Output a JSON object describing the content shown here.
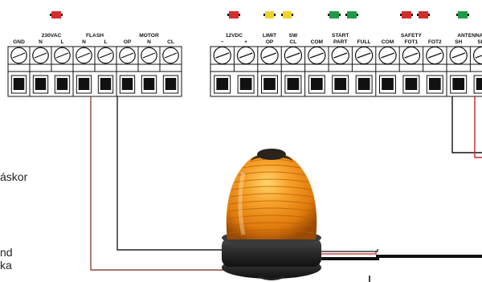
{
  "terminal_left": {
    "groups": [
      {
        "key": "gnd",
        "title": "GND",
        "pins": []
      },
      {
        "key": "vac",
        "title": "230VAC",
        "pins": [
          "N",
          "L"
        ]
      },
      {
        "key": "flash",
        "title": "FLASH",
        "pins": [
          "N",
          "L"
        ]
      },
      {
        "key": "motor",
        "title": "MOTOR",
        "pins": [
          "OP",
          "N",
          "CL"
        ]
      }
    ]
  },
  "terminal_right": {
    "groups": [
      {
        "key": "vdc",
        "title": "12VDC",
        "pins": [
          "−",
          "+"
        ]
      },
      {
        "key": "limit",
        "title": "LIMIT",
        "pins": [
          "OP"
        ]
      },
      {
        "key": "sw",
        "title": "SW",
        "pins": [
          "CL"
        ]
      },
      {
        "key": "start",
        "title": "START",
        "pins": [
          "COM",
          "PART",
          "FULL"
        ]
      },
      {
        "key": "safety",
        "title": "SAFETY",
        "pins": [
          "COM",
          "FOT1",
          "FOT2"
        ]
      },
      {
        "key": "antenna",
        "title": "ANTENNA",
        "pins": [
          "SH",
          "SIG"
        ]
      }
    ]
  },
  "side_text": {
    "line1": "áskor",
    "line2": "nd",
    "line3": "ka"
  },
  "colors": {
    "led_red": "#d62b2b",
    "led_yellow": "#f2d22c",
    "led_green": "#1f9a45",
    "wire_brown": "#8b4a3c",
    "wire_red": "#cc2222",
    "lamp_amber": "#f08a12",
    "lamp_base": "#2b2b2b"
  },
  "icons": [
    "red-led-icon",
    "yellow-led-icon",
    "green-led-icon",
    "flashing-lamp-icon",
    "terminal-screw-icon"
  ]
}
